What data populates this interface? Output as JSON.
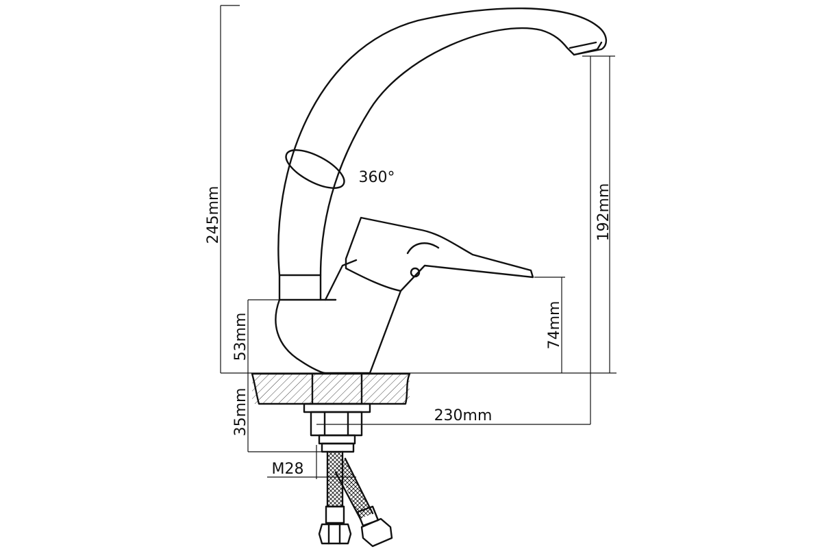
{
  "dimensions": {
    "height_total": "245mm",
    "height_spout": "192mm",
    "height_body": "53mm",
    "height_lever": "74mm",
    "depth_mount": "35mm",
    "reach": "230mm",
    "thread": "M28",
    "rotation": "360°"
  },
  "colors": {
    "line": "#111111",
    "background": "#ffffff"
  }
}
